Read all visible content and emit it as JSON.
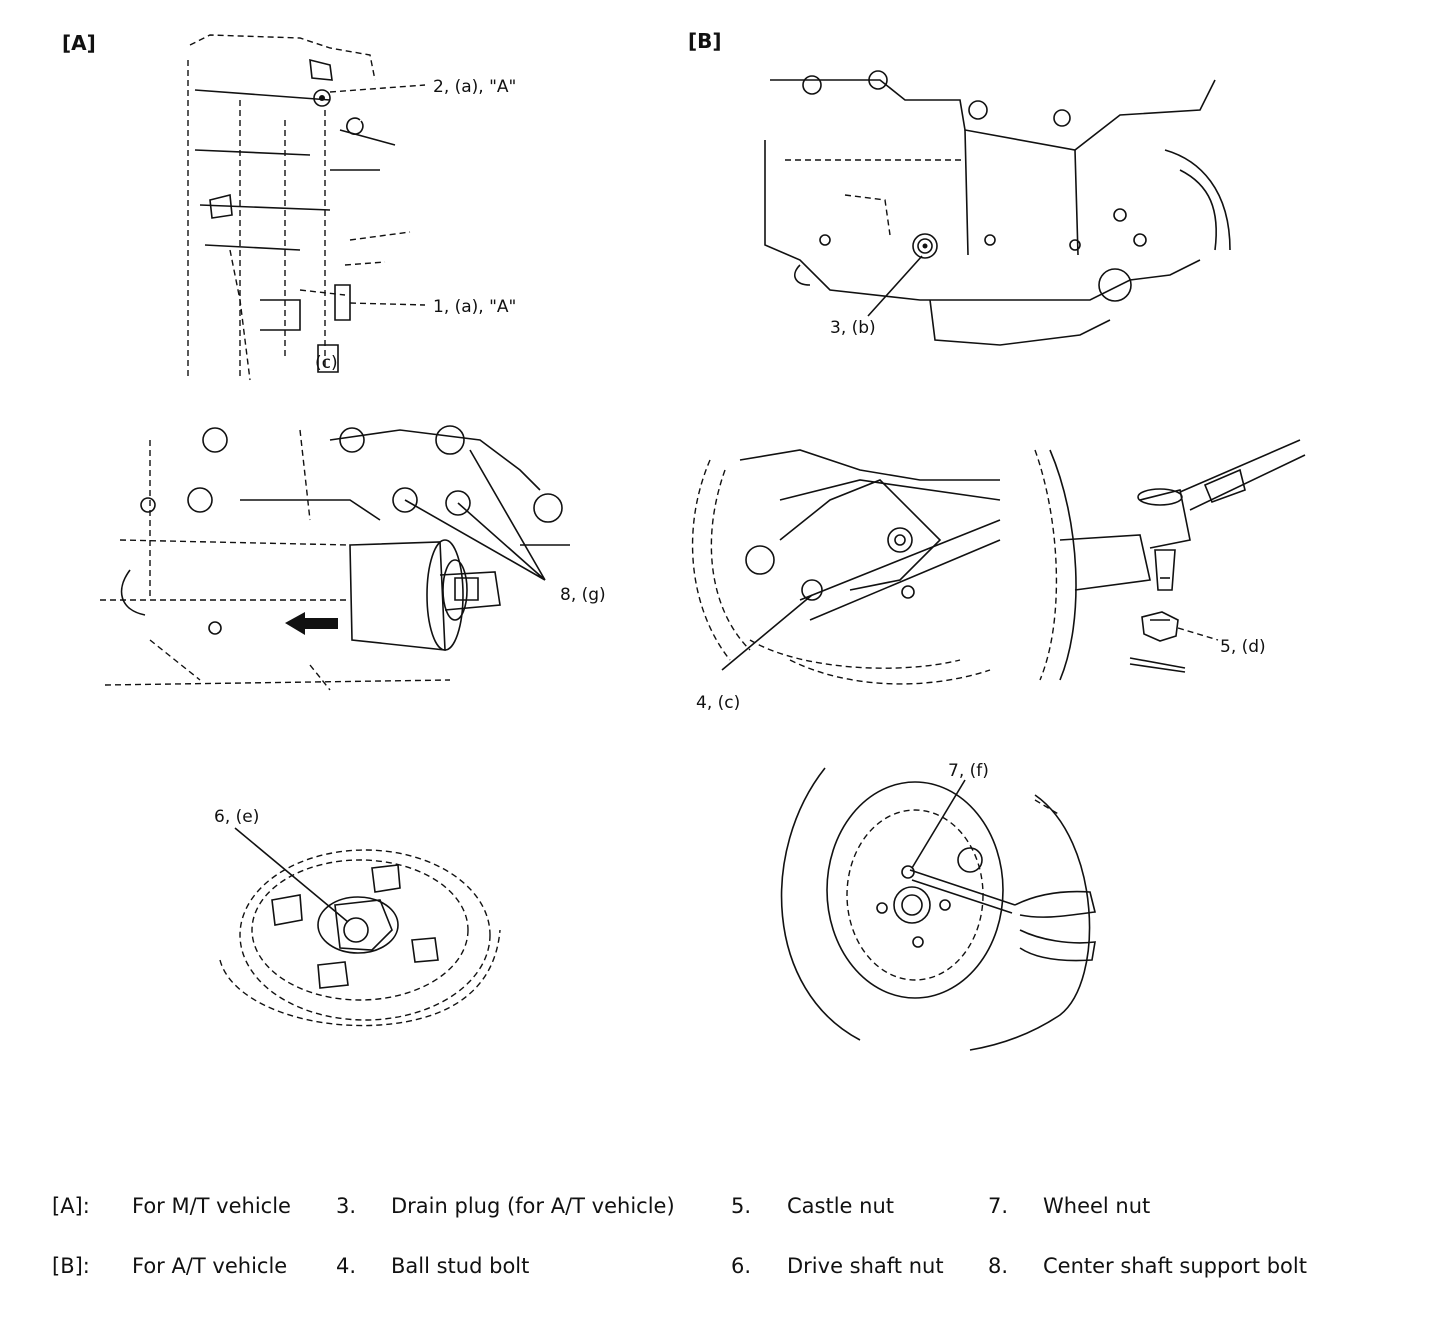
{
  "panels": {
    "a": {
      "label": "[A]"
    },
    "b": {
      "label": "[B]"
    }
  },
  "callouts": {
    "c2": "2, (a), \"A\"",
    "c1": "1, (a), \"A\"",
    "cc": "(c)",
    "c3": "3, (b)",
    "c8": "8, (g)",
    "c4": "4, (c)",
    "c5": "5, (d)",
    "c6": "6, (e)",
    "c7": "7, (f)"
  },
  "legend": {
    "rows": [
      [
        {
          "key": "[A]:",
          "text": "For M/T vehicle"
        },
        {
          "key": "3.",
          "text": "Drain plug (for A/T vehicle)"
        },
        {
          "key": "5.",
          "text": "Castle nut"
        },
        {
          "key": "7.",
          "text": "Wheel nut"
        }
      ],
      [
        {
          "key": "[B]:",
          "text": "For A/T vehicle"
        },
        {
          "key": "4.",
          "text": "Ball stud bolt"
        },
        {
          "key": "6.",
          "text": "Drive shaft nut"
        },
        {
          "key": "8.",
          "text": "Center shaft support bolt"
        }
      ]
    ]
  }
}
